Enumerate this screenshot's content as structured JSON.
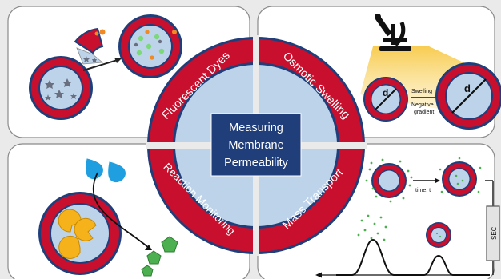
{
  "center": {
    "line1": "Measuring",
    "line2": "Membrane",
    "line3": "Permeability"
  },
  "quadrants": {
    "top_left": "Fluorescent Dyes",
    "top_right": "Osmotic Swelling",
    "bottom_left": "Reaction Monitoring",
    "bottom_right": "Mass Transport"
  },
  "osmotic": {
    "diameter_small": "d",
    "diameter_large": "d",
    "arrow_top": "Swelling",
    "arrow_bottom_1": "Negative",
    "arrow_bottom_2": "gradient"
  },
  "mass_transport": {
    "time_label": "time, t",
    "column_label": "SEC"
  },
  "colors": {
    "membrane_red": "#c8102e",
    "membrane_navy": "#1f3e7a",
    "lumen_blue": "#bcd3ea",
    "center_navy": "#1f3e7a",
    "dye_green": "#4caf50",
    "substrate_blue": "#1f9ee0",
    "enzyme_yellow": "#f6b21b"
  },
  "icons": [
    "microscope-icon",
    "pipette-tip-icon",
    "enzyme-icon",
    "substrate-drop-icon",
    "product-pentagon-icon",
    "sec-column-icon"
  ]
}
